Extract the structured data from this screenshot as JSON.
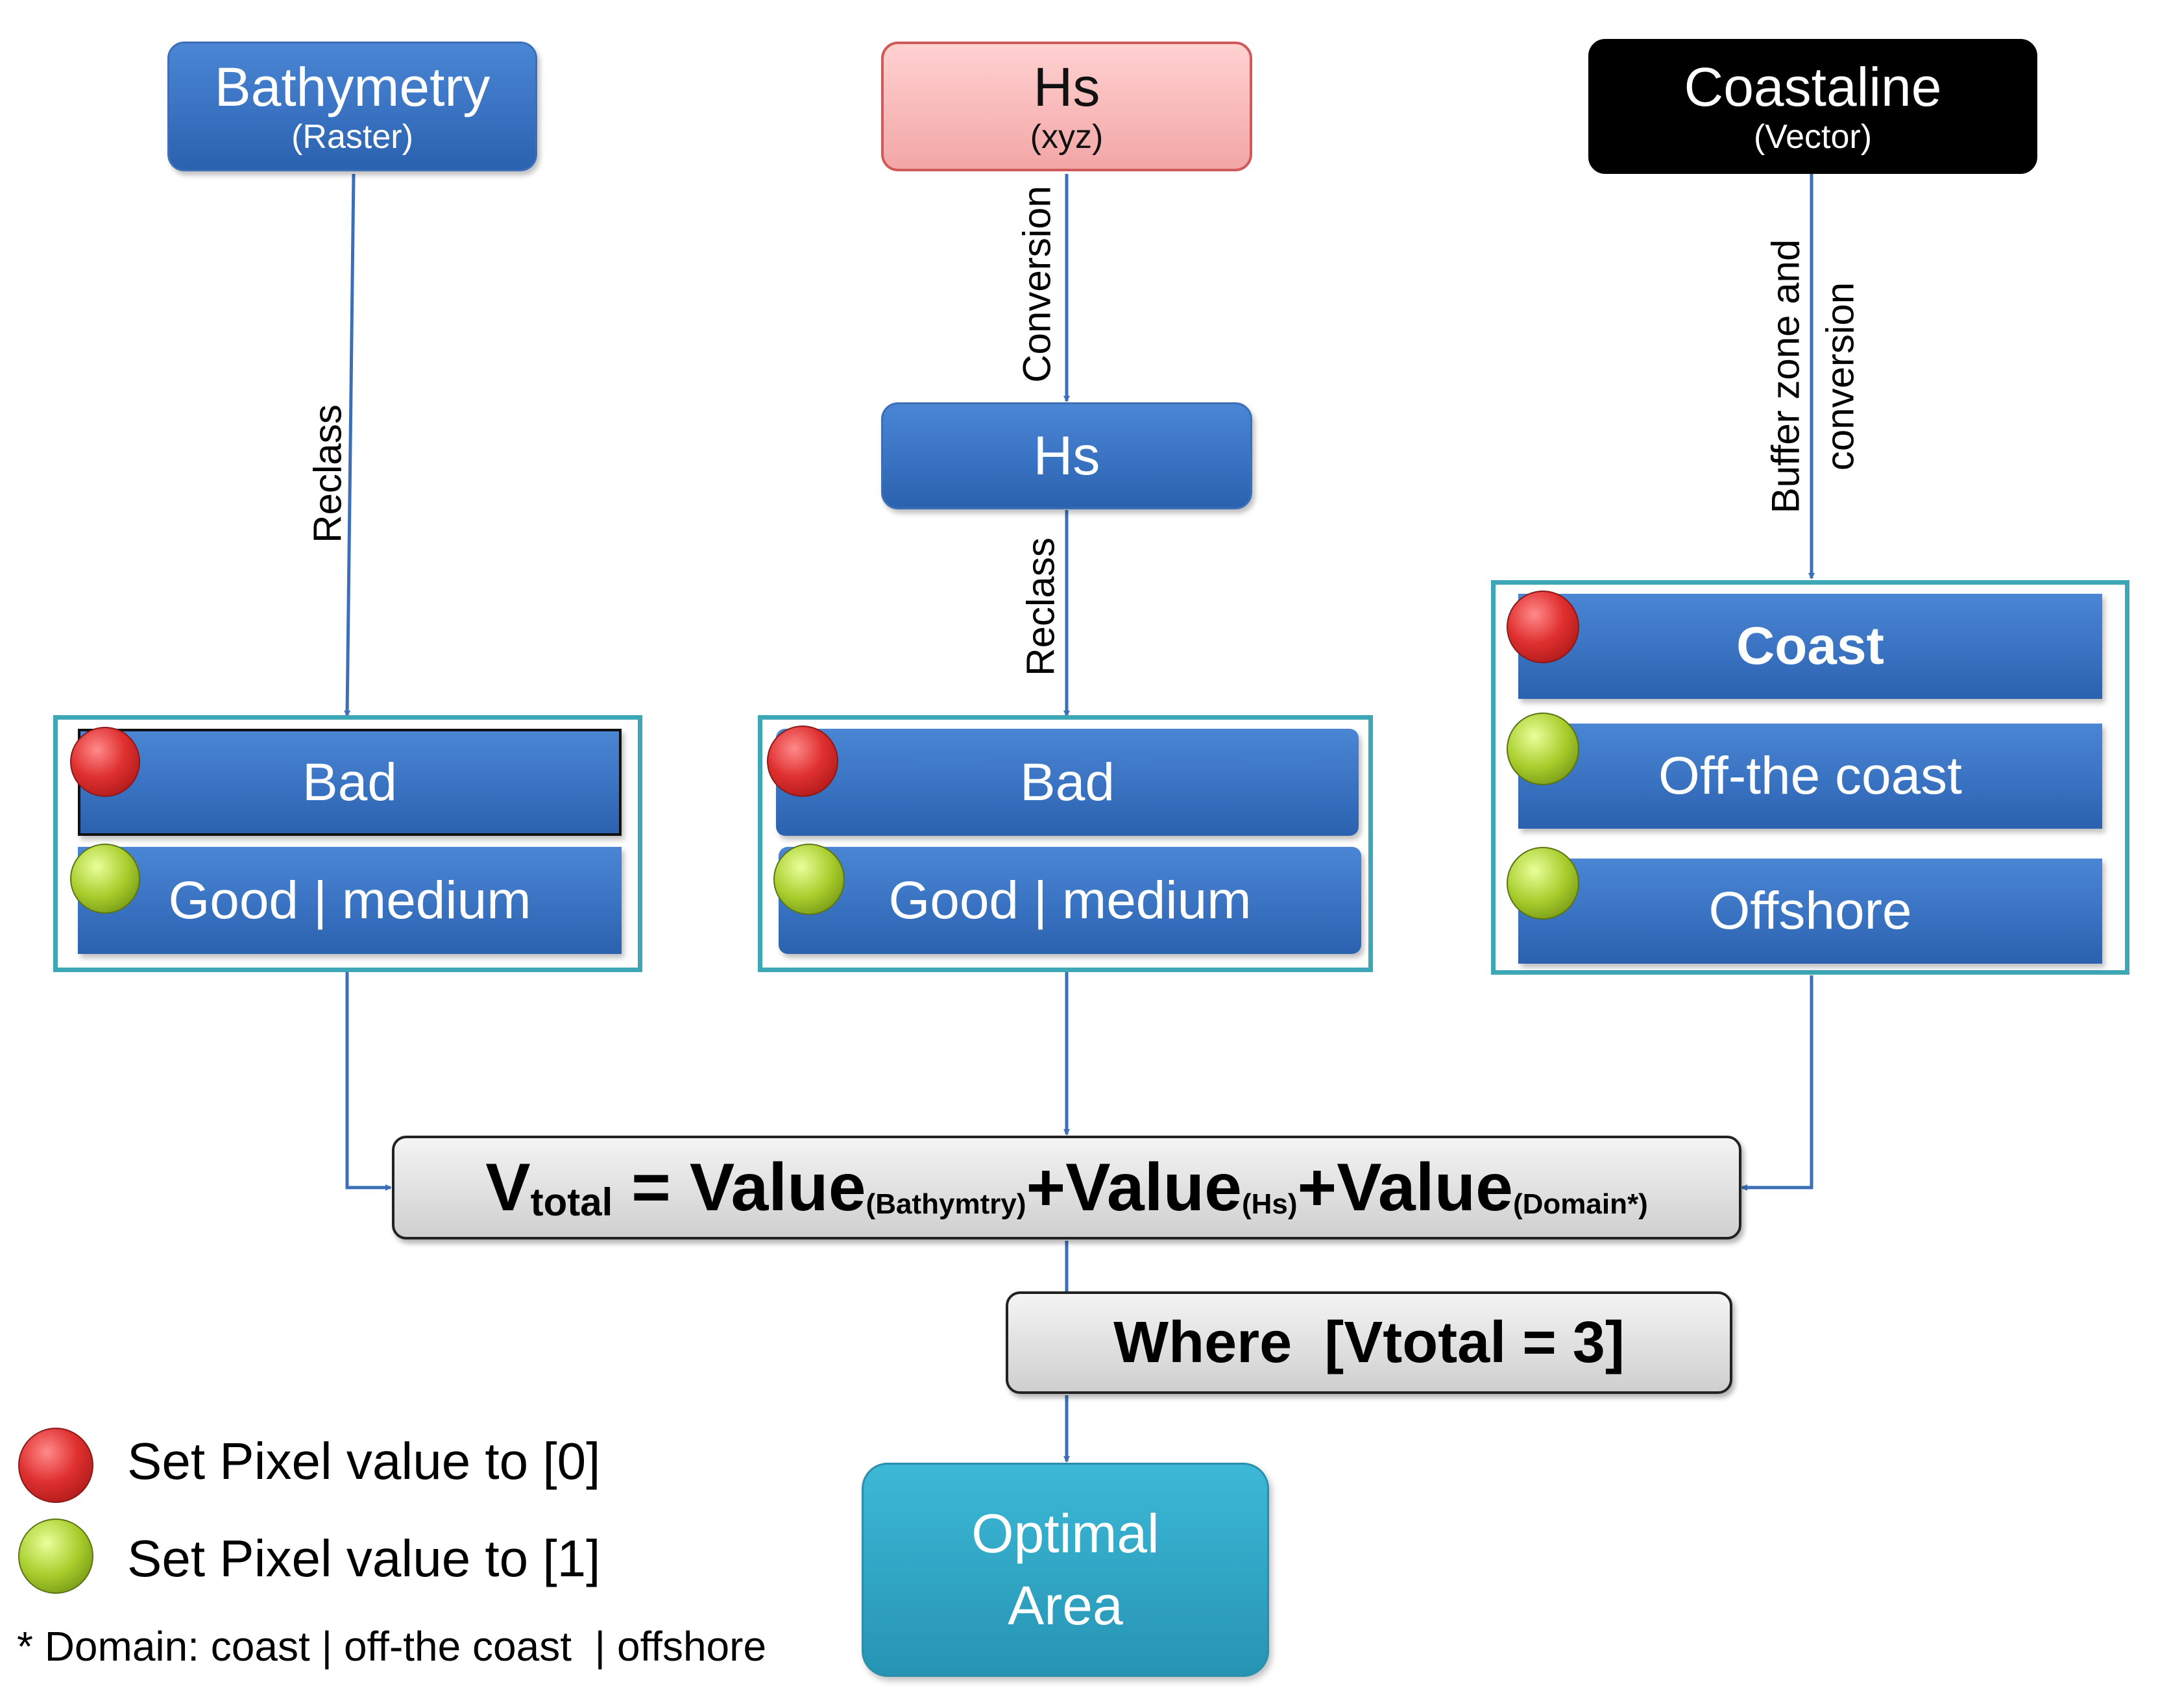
{
  "sources": {
    "bathymetry": {
      "title": "Bathymetry",
      "sub": "(Raster)"
    },
    "hs": {
      "title": "Hs",
      "sub": "(xyz)"
    },
    "coastline": {
      "title": "Coastaline",
      "sub": "(Vector)"
    }
  },
  "hs_converted": "Hs",
  "edge_labels": {
    "bathy_reclass": "Reclass",
    "hs_conversion": "Conversion",
    "hs_reclass": "Reclass",
    "coast_buffer_line1": "Buffer zone and",
    "coast_buffer_line2": "conversion"
  },
  "bathy_classes": {
    "bad": "Bad",
    "good": "Good | medium"
  },
  "hs_classes": {
    "bad": "Bad",
    "good": "Good | medium"
  },
  "domain_classes": {
    "coast": "Coast",
    "off_coast": "Off-the coast",
    "offshore": "Offshore"
  },
  "formula": {
    "v": "V",
    "total_sub": "total",
    "eq": " = ",
    "val1": "Value",
    "sub1": "(Bathymtry)",
    "plus1": "+",
    "val2": "Value",
    "sub2": "(Hs)",
    "plus2": "+",
    "val3": "Value",
    "sub3": "(Domain*)"
  },
  "where": "Where  [Vtotal = 3]",
  "result": {
    "line1": "Optimal",
    "line2": "Area"
  },
  "legend": {
    "red": "Set Pixel value to [0]",
    "green": "Set Pixel value to [1]",
    "note": "* Domain: coast | off-the coast  | offshore"
  },
  "colors": {
    "box_blue": "#3a73c4",
    "frame_teal": "#3ea7b6",
    "result_teal": "#35a9c9",
    "hs_pink": "#f7b7b7"
  }
}
